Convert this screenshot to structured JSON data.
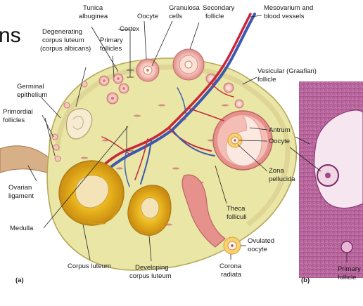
{
  "fragment_text": "ns",
  "panels": {
    "a": "(a)",
    "b": "(b)"
  },
  "labels": {
    "tunica_albuginea": [
      "Tunica",
      "albuginea"
    ],
    "oocyte_top": "Oocyte",
    "granulosa_cells": [
      "Granulosa",
      "cells"
    ],
    "secondary_follicle": [
      "Secondary",
      "follicle"
    ],
    "mesovarium": [
      "Mesovarium and",
      "blood vessels"
    ],
    "degenerating_corpus_luteum": [
      "Degenerating",
      "corpus luteum",
      "(corpus albicans)"
    ],
    "primary_follicles": [
      "Primary",
      "follicles"
    ],
    "cortex": "Cortex",
    "vesicular_follicle": [
      "Vesicular (Graafian)",
      "follicle"
    ],
    "germinal_epithelium": [
      "Germinal",
      "epithelium"
    ],
    "primordial_follicles": [
      "Primordial",
      "follicles"
    ],
    "antrum": "Antrum",
    "oocyte_right": "Oocyte",
    "zona_pellucida": [
      "Zona",
      "pellucida"
    ],
    "ovarian_ligament": [
      "Ovarian",
      "ligament"
    ],
    "theca_folliculi": [
      "Theca",
      "folliculi"
    ],
    "medulla": "Medulla",
    "ovulated_oocyte": [
      "Ovulated",
      "oocyte"
    ],
    "corona_radiata": [
      "Corona",
      "radiata"
    ],
    "corpus_luteum": "Corpus luteum",
    "developing_corpus_luteum": [
      "Developing",
      "corpus luteum"
    ],
    "primary_follicle_micro": [
      "Primary",
      "follicle"
    ]
  },
  "colors": {
    "stroma": "#e9e6a6",
    "cortex_rim": "#d9c98e",
    "artery": "#c8283a",
    "vein": "#3d58b0",
    "corpus_luteum": "#e8b21c",
    "follicle_pink": "#f2b4b0",
    "micrograph": "#b5528e",
    "ligament": "#d8b088"
  }
}
